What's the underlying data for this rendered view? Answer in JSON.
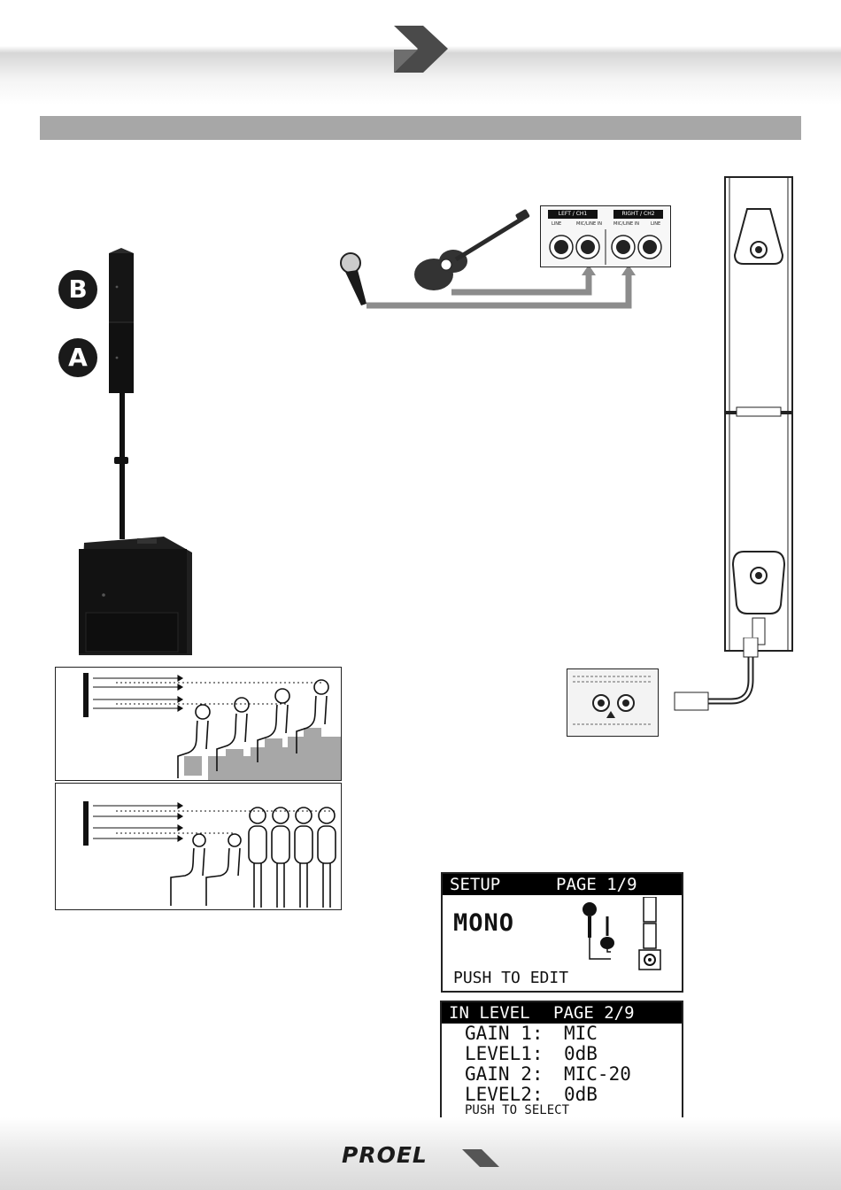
{
  "brand": {
    "logo_text": "PROEL"
  },
  "speaker_labels": {
    "upper": "B",
    "lower": "A"
  },
  "input_panel": {
    "left_label": "LEFT / CH1",
    "right_label": "RIGHT / CH2",
    "line_label": "LINE",
    "mic_label": "MIC/LINE IN"
  },
  "lcd_setup": {
    "header_left": "SETUP",
    "header_right": "PAGE 1/9",
    "mode": "MONO",
    "footer": "PUSH TO EDIT"
  },
  "lcd_level": {
    "header_left": "IN LEVEL",
    "header_right": "PAGE 2/9",
    "rows": [
      {
        "label": "GAIN 1:",
        "value": "MIC"
      },
      {
        "label": "LEVEL1:",
        "value": "0dB"
      },
      {
        "label": "GAIN 2:",
        "value": "MIC-20"
      },
      {
        "label": "LEVEL2:",
        "value": "0dB"
      }
    ],
    "footer": "PUSH TO SELECT"
  },
  "colors": {
    "accent_gray": "#a7a7a7",
    "cable_gray": "#8c8c8c",
    "speaker_black": "#151515"
  }
}
